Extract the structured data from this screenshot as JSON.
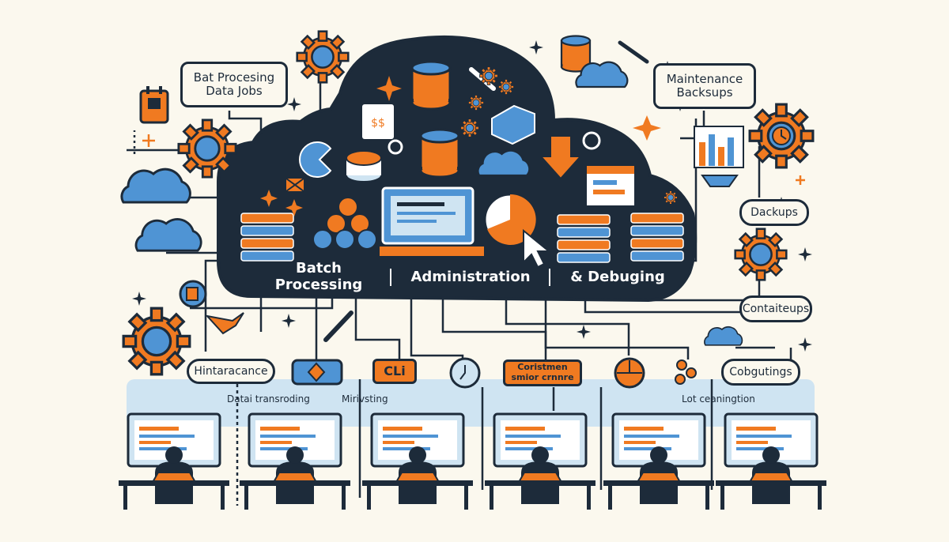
{
  "labels": {
    "bat_processing": "Bat Procesing\nData Jobs",
    "maintenance_backups": "Maintenance\nBacksups",
    "dackups": "Dackups",
    "contaiteups": "Contaiteups",
    "cobgutings": "Cobgutings",
    "hintarcance": "Hintaracance",
    "cli": "CLi",
    "coristmen": "Coristmen\nsmior crnnre",
    "batch_processing": "Batch Processing",
    "administration": "Administration",
    "debuging": "& Debuging",
    "data_transroding": "Datai transroding",
    "mirivsting": "Mirivsting",
    "lot_ceaningtion": "Lot ceaningtion"
  },
  "icons": [
    "gear-icon",
    "cloud-icon",
    "database-icon",
    "monitor-icon",
    "pie-chart-icon",
    "cursor-icon",
    "wrench-icon",
    "clock-icon",
    "pencil-icon",
    "bird-icon",
    "calendar-icon",
    "bar-chart-icon",
    "sparkle-icon"
  ],
  "colors": {
    "navy": "#1d2b3a",
    "orange": "#f07a21",
    "blue": "#4f94d4",
    "light_blue": "#cfe4f2",
    "background": "#fbf8ee"
  }
}
